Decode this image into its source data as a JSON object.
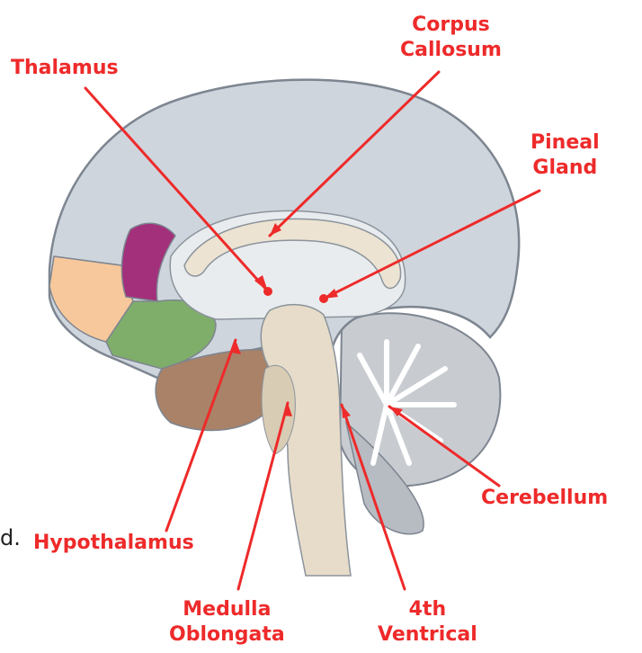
{
  "labels": {
    "corpus_callosum": [
      "Corpus",
      "Callosum"
    ],
    "thalamus": [
      "Thalamus"
    ],
    "pineal_gland": [
      "Pineal",
      "Gland"
    ],
    "cerebellum": [
      "Cerebellum"
    ],
    "hypothalamus": [
      "Hypothalamus"
    ],
    "medulla_oblongata": [
      "Medulla",
      "Oblongata"
    ],
    "fourth_ventricle": [
      "4th",
      "Ventrical"
    ]
  },
  "cut_text": "d.",
  "colors": {
    "label": "#ee2a2a",
    "cortex": "#cfd5dd",
    "cortex_outline": "#7d8590",
    "frontal_peach": "#f7c89b",
    "magenta": "#a3307b",
    "green": "#7fae6a",
    "temporal_brown": "#a98268",
    "interior": "#e9ecee",
    "corpus_beige": "#ece3d2",
    "brainstem": "#e6dcc9",
    "cerebellum": "#c8ccd1"
  }
}
